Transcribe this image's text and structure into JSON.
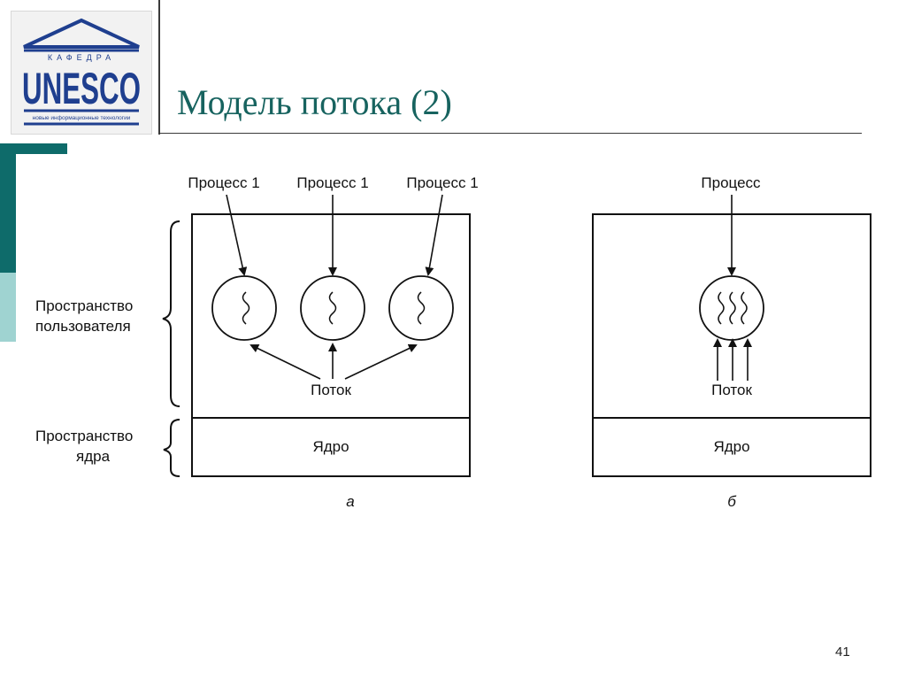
{
  "slide": {
    "title": "Модель потока (2)",
    "page_number": "41"
  },
  "logo": {
    "top_text": "КАФЕДРА",
    "name": "UNESCO",
    "tagline": "новые информационные технологии"
  },
  "diagram": {
    "side_labels": {
      "user_space_line1": "Пространство",
      "user_space_line2": "пользователя",
      "kernel_space_line1": "Пространство",
      "kernel_space_line2": "ядра"
    },
    "panel_a": {
      "process_labels": [
        "Процесс 1",
        "Процесс 1",
        "Процесс 1"
      ],
      "thread_label": "Поток",
      "kernel_label": "Ядро",
      "caption": "а"
    },
    "panel_b": {
      "process_label": "Процесс",
      "thread_label": "Поток",
      "kernel_label": "Ядро",
      "caption": "б"
    }
  },
  "colors": {
    "title": "#17635f",
    "accent_dark": "#0e6b6a",
    "accent_light": "#9fd3d1",
    "logo_blue": "#1f3f8f"
  }
}
